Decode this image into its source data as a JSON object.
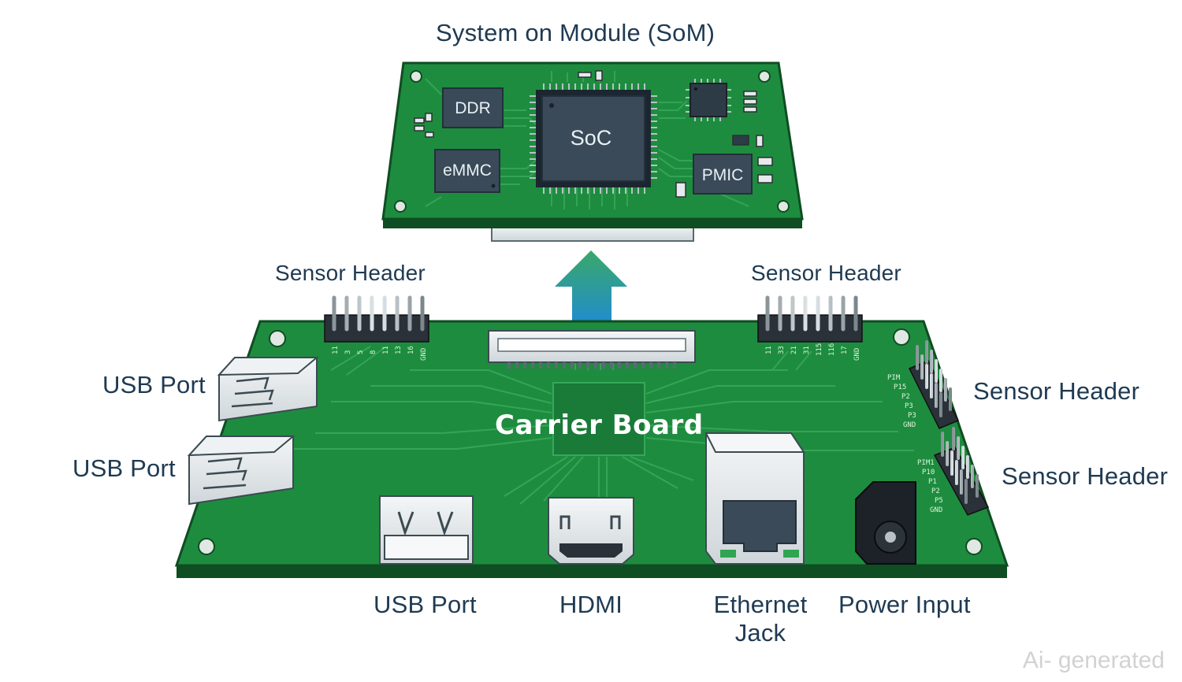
{
  "som": {
    "title": "System on Module (SoM)",
    "chips": {
      "ddr": "DDR",
      "soc": "SoC",
      "emmc": "eMMC",
      "pmic": "PMIC"
    }
  },
  "carrier": {
    "title": "Carrier Board",
    "sensor_header_top_left": "Sensor Header",
    "sensor_header_top_right": "Sensor Header",
    "sensor_header_right_1": "Sensor Header",
    "sensor_header_right_2": "Sensor Header",
    "usb_port_left_1": "USB Port",
    "usb_port_left_2": "USB Port",
    "usb_port_bottom": "USB Port",
    "hdmi": "HDMI",
    "ethernet_line1": "Ethernet",
    "ethernet_line2": "Jack",
    "power_input": "Power Input",
    "header_left_pins": [
      "11",
      "3",
      "5",
      "8",
      "11",
      "13",
      "16",
      "GND"
    ],
    "header_right_pins": [
      "11",
      "33",
      "21",
      "31",
      "115",
      "116",
      "17",
      "GND"
    ],
    "header_side1_pins": [
      "PIM",
      "P15",
      "P2",
      "P3",
      "P3",
      "GND"
    ],
    "header_side2_pins": [
      "PIM1",
      "P10",
      "P1",
      "P2",
      "P5",
      "GND"
    ]
  },
  "watermark": "Ai- generated",
  "colors": {
    "pcb": "#1e8c3f",
    "pcb_dark": "#176d31",
    "pcb_edge": "#0f4d22",
    "trace": "#2fa552",
    "chip": "#3a4a58",
    "label": "#1f3a52",
    "arrow_top": "#2e9a5a",
    "arrow_bottom": "#1f86d4"
  }
}
